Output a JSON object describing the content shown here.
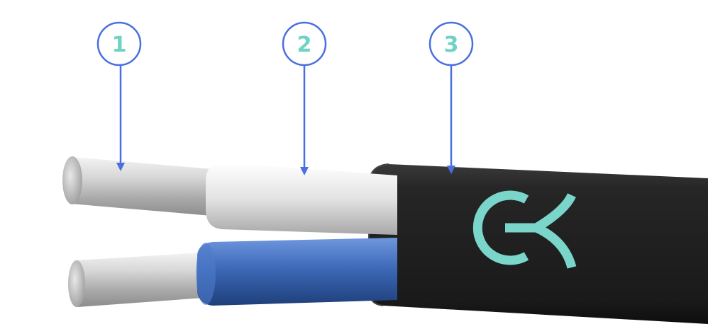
{
  "colors": {
    "background": "#ffffff",
    "callout_ring": "#4a6fe0",
    "callout_number": "#6fd3c4",
    "leader_line": "#4a6fe0",
    "conductor": "#c9c9c9",
    "insulation_white": "#e6e6e6",
    "insulation_blue": "#3f6fc2",
    "sheath": "#1f1f1f",
    "logo": "#7ad6cb"
  },
  "callouts": [
    {
      "label": "1"
    },
    {
      "label": "2"
    },
    {
      "label": "3"
    }
  ],
  "logo": {
    "icon": "ok-logo-icon"
  }
}
